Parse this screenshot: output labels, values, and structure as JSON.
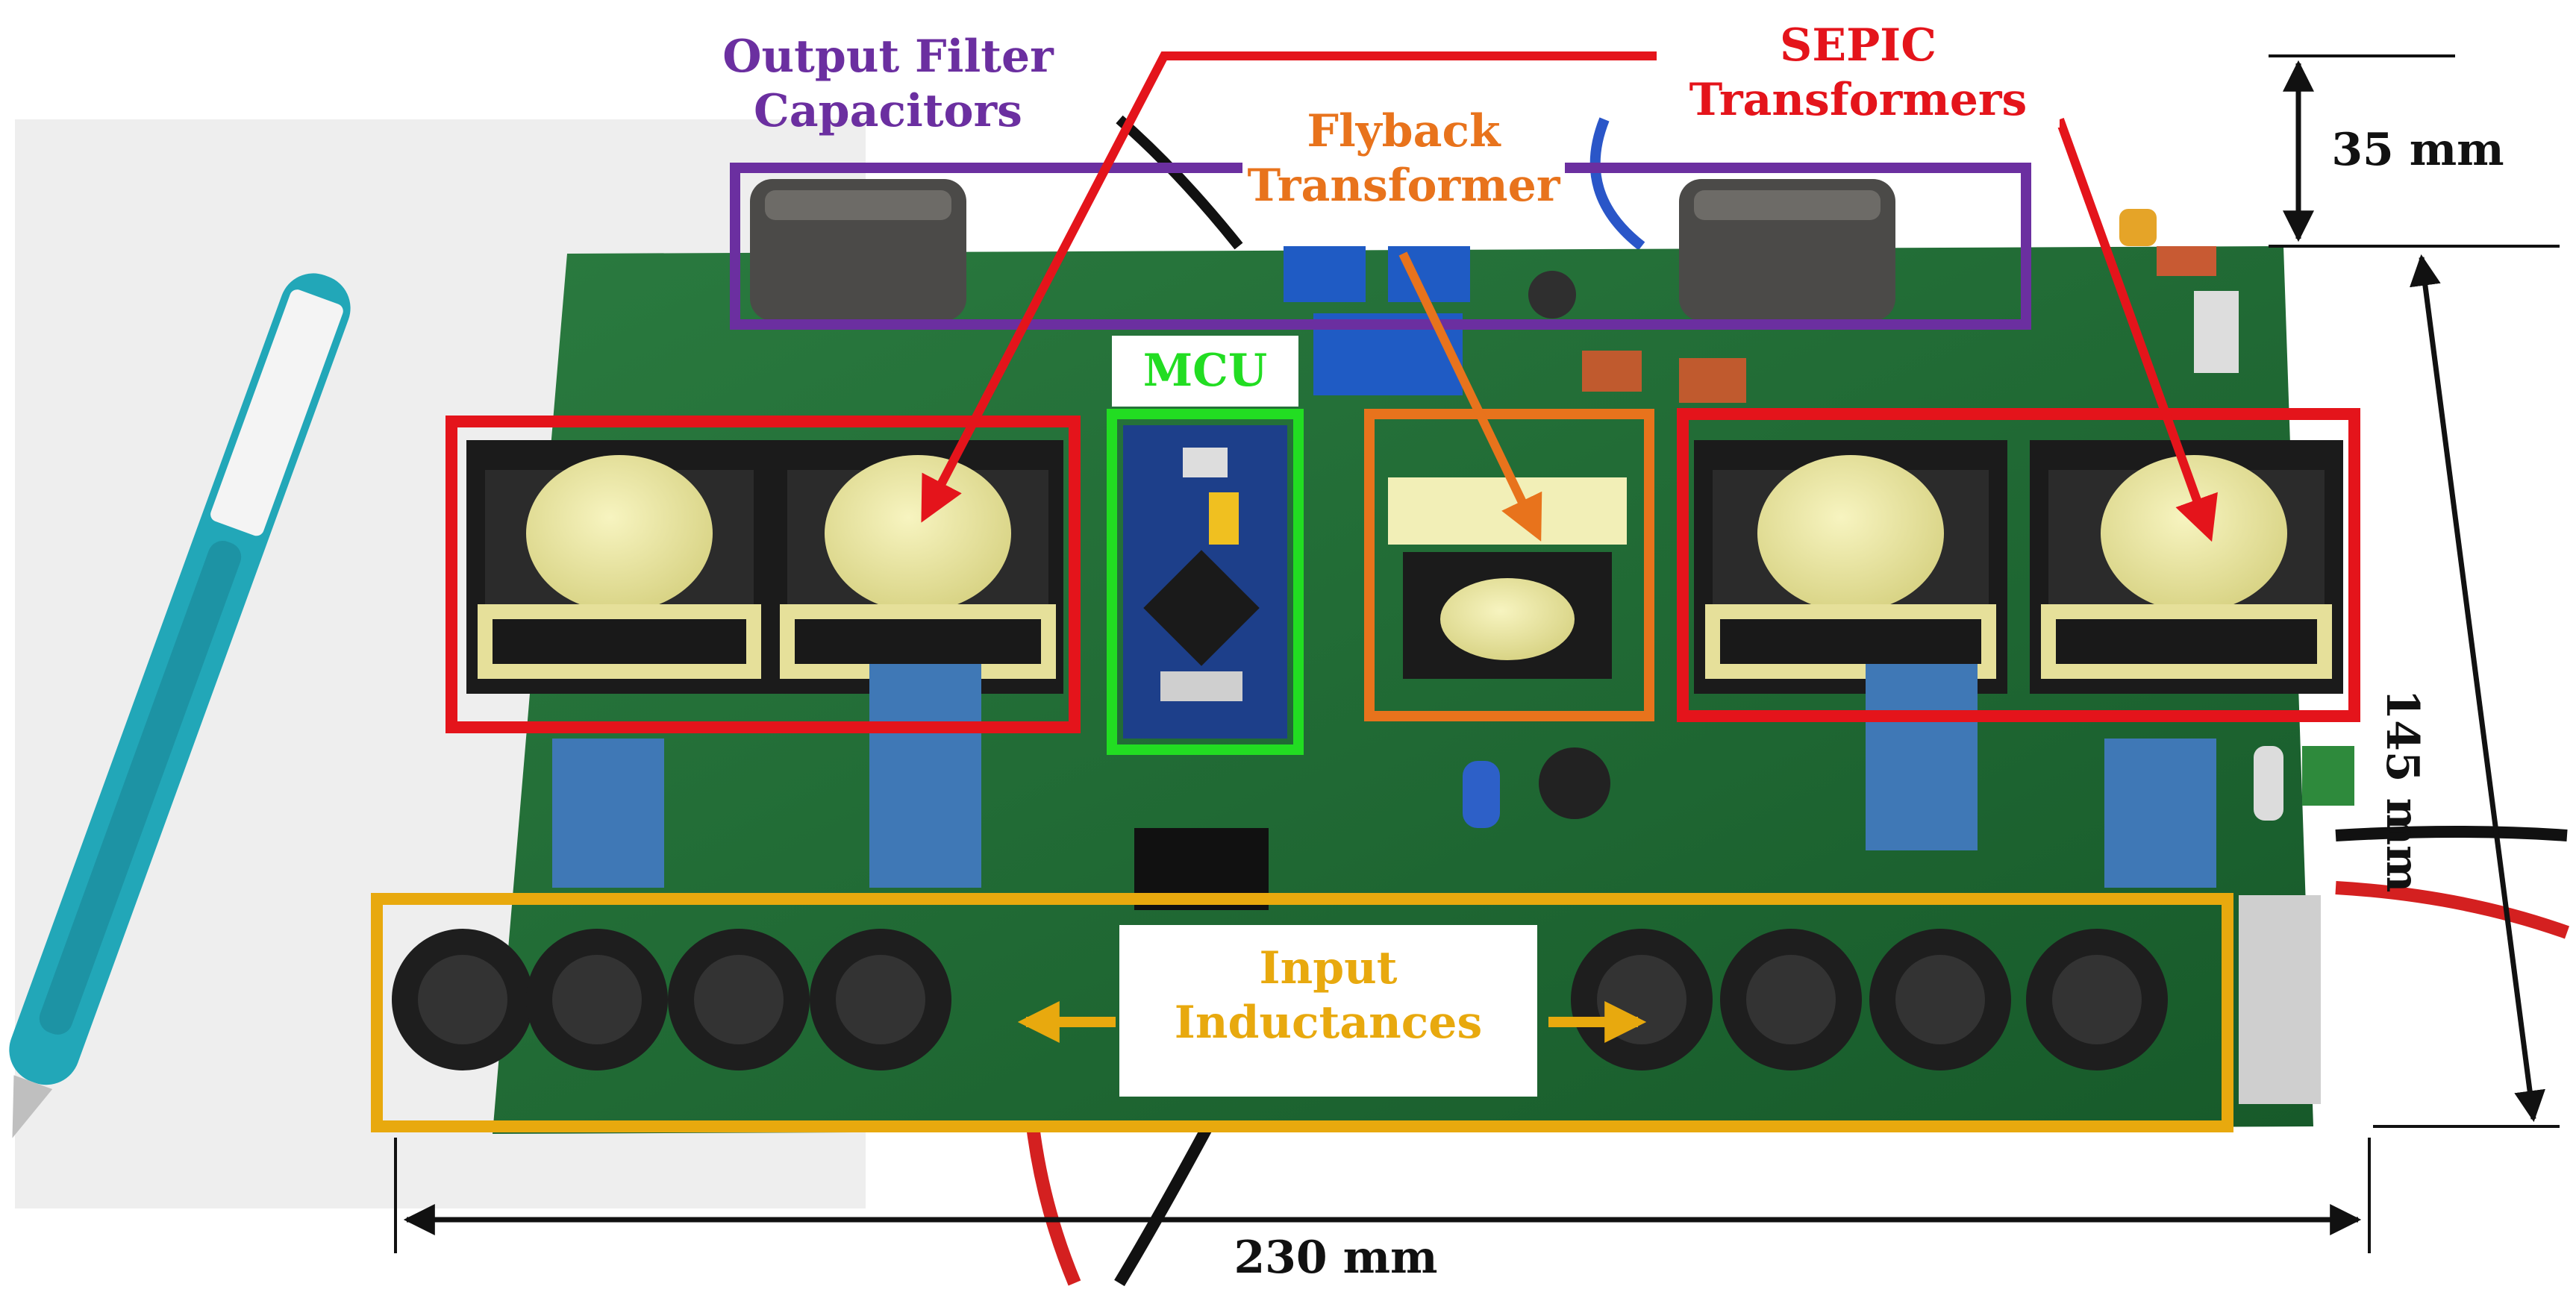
{
  "labels": {
    "output_filter": [
      "Output Filter",
      "Capacitors"
    ],
    "sepic": [
      "SEPIC",
      "Transformers"
    ],
    "flyback": [
      "Flyback",
      "Transformer"
    ],
    "mcu": "MCU",
    "input": [
      "Input",
      "Inductances"
    ]
  },
  "dimensions": {
    "height": "35 mm",
    "depth": "145 mm",
    "width": "230 mm"
  },
  "colors": {
    "output_filter": "#6b2fa0",
    "sepic": "#e4141b",
    "flyback": "#e8731c",
    "mcu": "#22dd22",
    "input": "#e8a90e",
    "dimension": "#111111",
    "pcb": "#1f6b34"
  }
}
